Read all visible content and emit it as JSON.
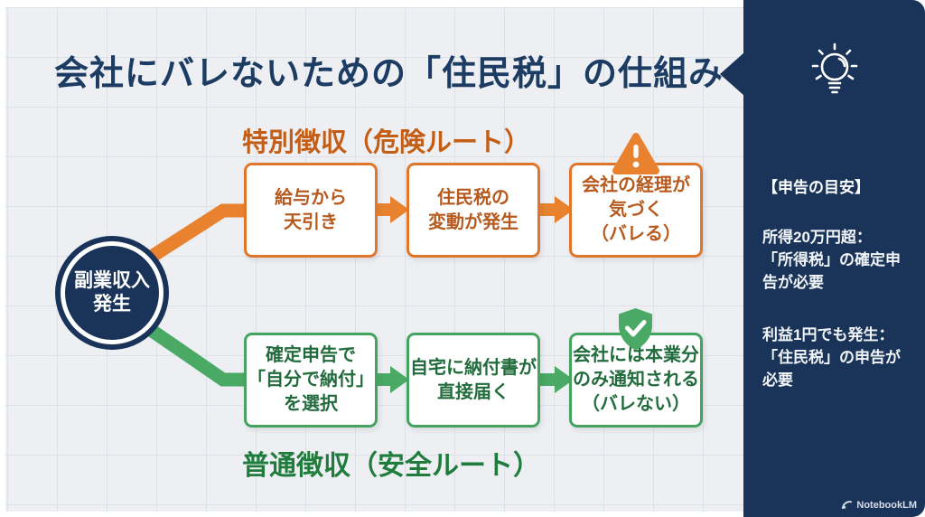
{
  "title": "会社にバレないための「住民税」の仕組み",
  "colors": {
    "navy": "#1a3459",
    "title_navy": "#1c3c63",
    "orange": "#e8822f",
    "orange_text": "#b65a1e",
    "green": "#4aa964",
    "green_text": "#226b3c",
    "grid_bg": "#edeff2"
  },
  "start": {
    "lines": [
      "副業収入",
      "発生"
    ]
  },
  "routes": {
    "special": {
      "label": "特別徴収（危険ルート）",
      "steps": [
        {
          "lines": [
            "給与から",
            "天引き"
          ]
        },
        {
          "lines": [
            "住民税の",
            "変動が発生"
          ]
        },
        {
          "lines": [
            "会社の経理が",
            "気づく",
            "（バレる）"
          ],
          "icon": "warning-icon"
        }
      ]
    },
    "ordinary": {
      "label": "普通徴収（安全ルート）",
      "steps": [
        {
          "lines": [
            "確定申告で",
            "「自分で納付」",
            "を選択"
          ]
        },
        {
          "lines": [
            "自宅に納付書が",
            "直接届く"
          ]
        },
        {
          "lines": [
            "会社には本業分",
            "のみ通知される",
            "（バレない）"
          ],
          "icon": "shield-check-icon"
        }
      ]
    }
  },
  "sidebar": {
    "icon": "lightbulb-icon",
    "heading": "【申告の目安】",
    "notes": [
      {
        "lines": [
          "所得20万円超：",
          "「所得税」の確定申",
          "告が必要"
        ]
      },
      {
        "lines": [
          "利益1円でも発生：",
          "「住民税」の申告が",
          "必要"
        ]
      }
    ],
    "brand": "NotebookLM"
  }
}
